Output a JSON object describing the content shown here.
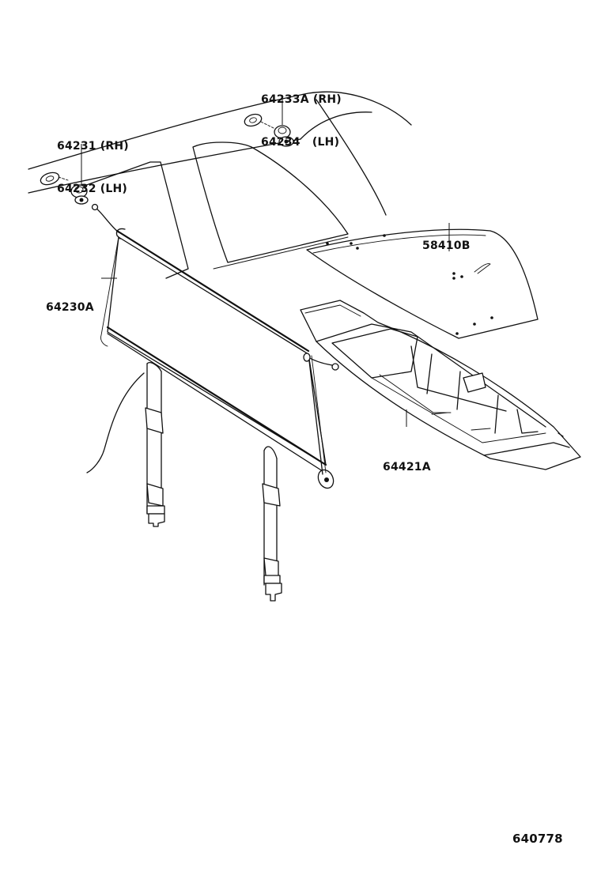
{
  "diagram": {
    "parts": [
      {
        "id": "grommet-rh-lh-front",
        "lines": [
          "64231 (RH)",
          "64232 (LH)"
        ]
      },
      {
        "id": "grommet-rh-lh-rear",
        "lines": [
          "64233A (RH)",
          "64234   (LH)"
        ]
      },
      {
        "id": "tonneau-cover",
        "lines": [
          "64230A"
        ]
      },
      {
        "id": "luggage-mat",
        "lines": [
          "58410B"
        ]
      },
      {
        "id": "luggage-tray",
        "lines": [
          "64421A"
        ]
      }
    ],
    "figure_number": "640778"
  }
}
